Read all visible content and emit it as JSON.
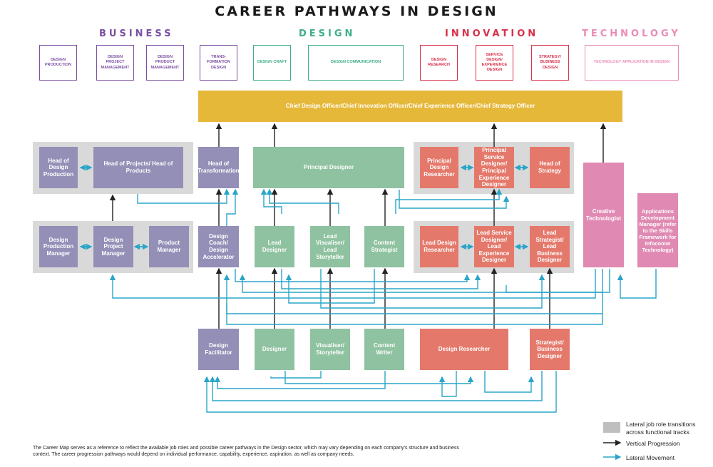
{
  "title": "CAREER PATHWAYS IN DESIGN",
  "categories": [
    {
      "label": "BUSINESS",
      "color": "#7b4fa3"
    },
    {
      "label": "DESIGN",
      "color": "#3fae8a"
    },
    {
      "label": "INNOVATION",
      "color": "#d8304a"
    },
    {
      "label": "TECHNOLOGY",
      "color": "#ea8cb7"
    }
  ],
  "tracks": [
    {
      "label": "DESIGN PRODUCTION",
      "color": "#7b4fa3"
    },
    {
      "label": "DESIGN PROJECT MANAGEMENT",
      "color": "#7b4fa3"
    },
    {
      "label": "DESIGN PRODUCT MANAGEMENT",
      "color": "#7b4fa3"
    },
    {
      "label": "TRANS-FORMATION DESIGN",
      "color": "#7b4fa3"
    },
    {
      "label": "DESIGN CRAFT",
      "color": "#3fae8a"
    },
    {
      "label": "DESIGN COMMUNICATION",
      "color": "#3fae8a"
    },
    {
      "label": "DESIGN RESEARCH",
      "color": "#d8304a"
    },
    {
      "label": "SERVICE DESIGN/ EXPERIENCE DESIGN",
      "color": "#d8304a"
    },
    {
      "label": "STRATEGY/ BUSINESS DESIGN",
      "color": "#d8304a"
    },
    {
      "label": "TECHNOLOGY APPLICATION IN DESIGN",
      "color": "#ea8cb7"
    }
  ],
  "roles": {
    "chief": "Chief Design Officer/Chief Innovation Officer/Chief Experience Officer/Chief Strategy Officer",
    "head_design_production": "Head of Design Production",
    "head_projects_products": "Head of Projects/ Head of Products",
    "head_transformation": "Head of Transformation",
    "principal_designer": "Principal Designer",
    "principal_design_researcher": "Principal Design Researcher",
    "principal_service_designer": "Principal Service Designer/ Principal Experience Designer",
    "head_strategy": "Head of Strategy",
    "creative_technologist": "Creative Technologist",
    "applications_dev_manager": "Applications Development Manager (refer to the Skills Framework for Infocomm Technology)",
    "design_production_manager": "Design Production Manager",
    "design_project_manager": "Design Project Manager",
    "product_manager": "Product Manager",
    "design_coach": "Design Coach/ Design Accelerator",
    "lead_designer": "Lead Designer",
    "lead_visualiser": "Lead Visualiser/ Lead Storyteller",
    "content_strategist": "Content Strategist",
    "lead_design_researcher": "Lead Design Researcher",
    "lead_service_designer": "Lead Service Designer/ Lead Experience Designer",
    "lead_strategist": "Lead Strategist/ Lead Business Designer",
    "design_facilitator": "Design Facilitator",
    "designer": "Designer",
    "visualiser": "Visualiser/ Storyteller",
    "content_writer": "Content Writer",
    "design_researcher": "Design Researcher",
    "strategist": "Strategist/ Business Designer"
  },
  "colors": {
    "business": "#938fb7",
    "design": "#8fc2a0",
    "innovation": "#e4796b",
    "technology": "#e08ab3",
    "chief": "#e6b83a",
    "band": "#d9d9d9",
    "vertical_arrow": "#222222",
    "lateral_arrow": "#2aa5c8"
  },
  "legend": {
    "band": "Lateral job role transitions across functional tracks",
    "vertical": "Vertical Progression",
    "lateral": "Lateral Movement"
  },
  "footnote": "The Career Map serves as a reference to reflect the available job roles and possible career pathways in the Design sector, which may vary depending on each company's structure and business context. The career progression pathways would depend on individual performance, capability, experience, aspiration, as well as company needs."
}
